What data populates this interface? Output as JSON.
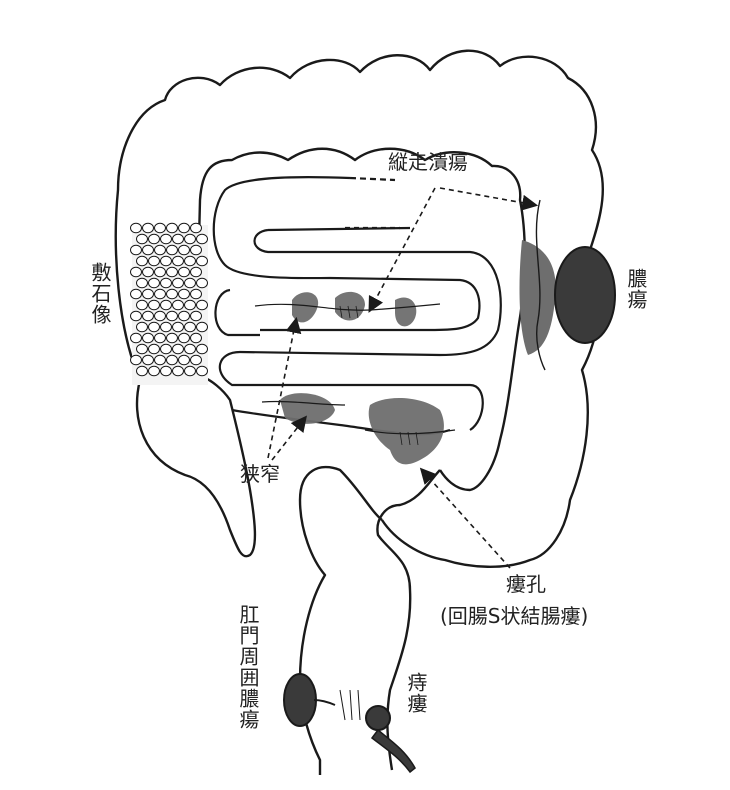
{
  "labels": {
    "longitudinal_ulcer": "縦走潰瘍",
    "cobblestone": "敷石像",
    "abscess": "膿瘍",
    "stenosis": "狭窄",
    "fistula": "瘻孔",
    "fistula_detail": "(回腸S状結腸瘻)",
    "perianal_abscess": "肛門周囲膿瘍",
    "anal_fistula": "痔瘻"
  },
  "colors": {
    "outline": "#1a1a1a",
    "lesion_fill": "#6e6e6e",
    "abscess_fill": "#3a3a3a",
    "background": "#ffffff"
  }
}
